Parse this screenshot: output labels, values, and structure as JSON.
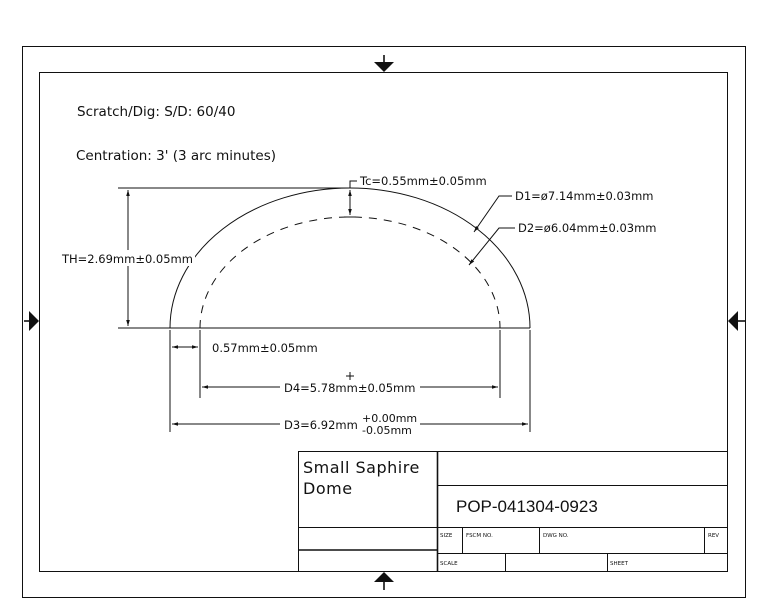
{
  "notes": {
    "scratch_dig": "Scratch/Dig: S/D: 60/40",
    "centration": "Centration: 3' (3 arc minutes)"
  },
  "dimensions": {
    "tc": "Tc=0.55mm±0.05mm",
    "d1": "D1=ø7.14mm±0.03mm",
    "d2": "D2=ø6.04mm±0.03mm",
    "th": "TH=2.69mm±0.05mm",
    "wall": "0.57mm±0.05mm",
    "d4": "D4=5.78mm±0.05mm",
    "d3": "D3=6.92mm",
    "d3_tol_plus": "+0.00mm",
    "d3_tol_minus": "-0.05mm"
  },
  "title_block": {
    "title_line1": "Small Saphire",
    "title_line2": "Dome",
    "part_number": "POP-041304-0923",
    "size_label": "SIZE",
    "fscm_label": "FSCM NO.",
    "dwg_label": "DWG NO.",
    "rev_label": "REV",
    "scale_label": "SCALE",
    "sheet_label": "SHEET"
  }
}
